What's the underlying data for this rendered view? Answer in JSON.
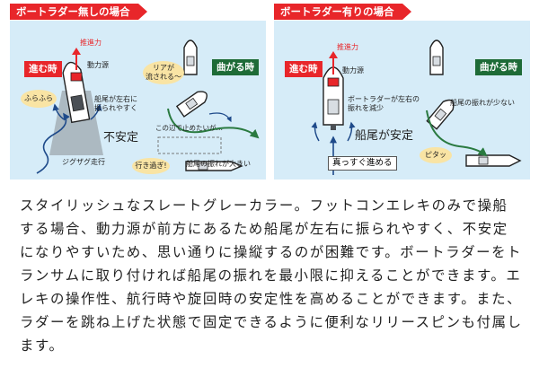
{
  "panel_left": {
    "title": "ボートラダー無しの場合",
    "go_badge": "進む時",
    "turn_badge": "曲がる時",
    "thrust": "推進力",
    "power": "動力源",
    "wobble": "ふらふら",
    "stern_swing": "船尾が左右に\n振られやすく",
    "unstable": "不安定",
    "zigzag": "ジグザグ走行",
    "rear_drift": "リアが\n流される〜",
    "want_to_stop": "この辺で止めたいが…",
    "overshoot": "行き過ぎ!",
    "big_swing": "船尾の振れが大きい"
  },
  "panel_right": {
    "title": "ボートラダー有りの場合",
    "go_badge": "進む時",
    "turn_badge": "曲がる時",
    "thrust": "推進力",
    "power": "動力源",
    "reduced": "ボートラダーが左右の\n振れを減少",
    "stable": "船尾が安定",
    "straight": "真っすぐ進める",
    "small_swing": "船尾の振れが少ない",
    "perfect": "ピタッ"
  },
  "body_text": "スタイリッシュなスレートグレーカラー。フットコンエレキのみで操船する場合、動力源が前方にあるため船尾が左右に振られやすく、不安定になりやすいため、思い通りに操縦するのが困難です。ボートラダーをトランサムに取り付ければ船尾の振れを最小限に抑えることができます。エレキの操作性、航行時や旋回時の安定性を高めることができます。また、ラダーを跳ね上げた状態で固定できるように便利なリリースピンも付属します。",
  "colors": {
    "accent_red": "#e8262a",
    "badge_green": "#1e6b37",
    "panel_bg": "#d6ecf8",
    "bubble": "#f9e4a4"
  }
}
